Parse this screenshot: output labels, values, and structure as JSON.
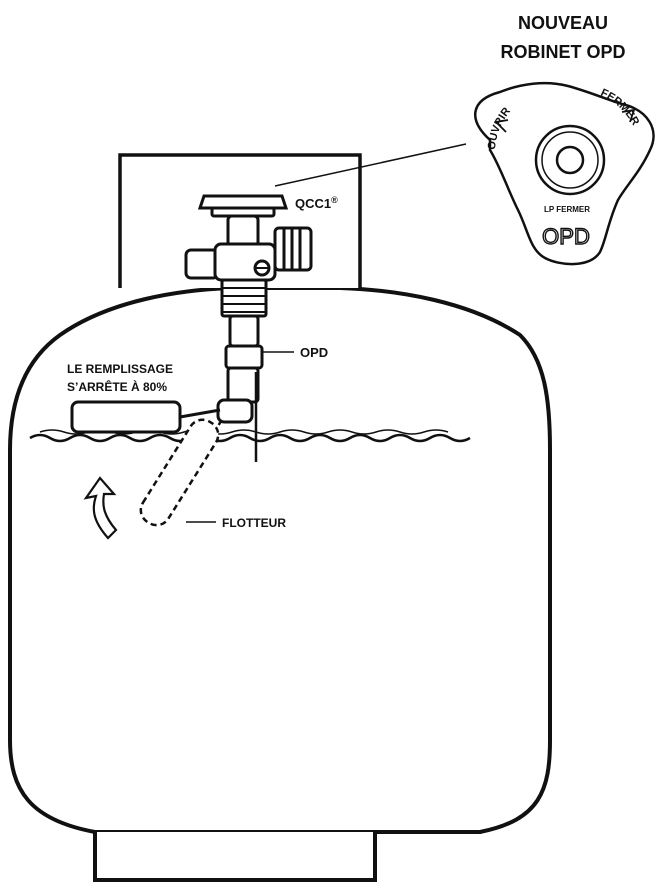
{
  "title": {
    "line1": "NOUVEAU",
    "line2": "ROBINET OPD"
  },
  "labels": {
    "qcc1": "QCC1",
    "qcc1_mark": "®",
    "opd": "OPD",
    "fill_line1": "LE REMPLISSAGE",
    "fill_line2": "S’ARRÊTE À 80%",
    "float": "FLOTTEUR"
  },
  "handwheel": {
    "open": "OUVRIR",
    "close": "FERMER",
    "lp_close": "LP FERMER",
    "brand": "OPD"
  },
  "colors": {
    "ink": "#111111",
    "background": "#ffffff"
  }
}
